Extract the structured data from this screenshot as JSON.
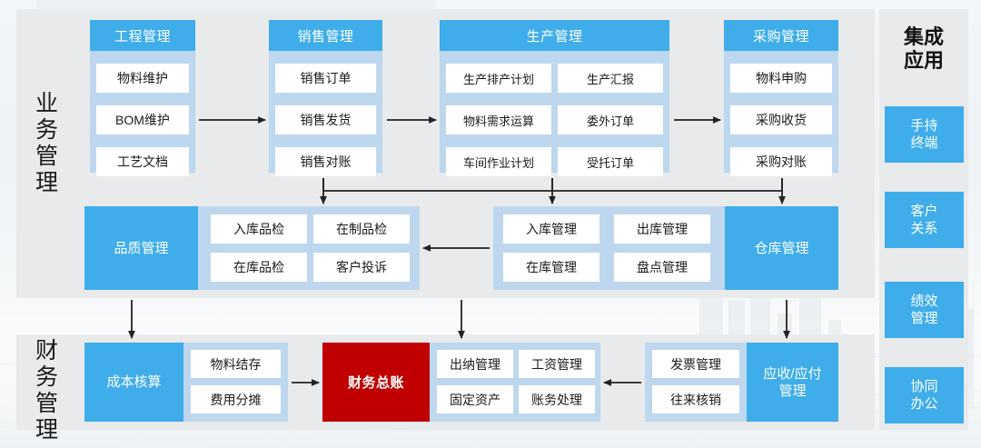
{
  "colors": {
    "accent_blue": "#3FADEA",
    "light_blue": "#BDD7EE",
    "panel_gray": "#E8EAEB",
    "red": "#C00000",
    "white": "#FFFFFF"
  },
  "rows": [
    {
      "label": "业务管理"
    },
    {
      "label": "财务管理"
    }
  ],
  "business": {
    "top_modules": [
      {
        "title": "工程管理",
        "cells": [
          [
            "物料维护"
          ],
          [
            "BOM维护"
          ],
          [
            "工艺文档"
          ]
        ]
      },
      {
        "title": "销售管理",
        "cells": [
          [
            "销售订单"
          ],
          [
            "销售发货"
          ],
          [
            "销售对账"
          ]
        ]
      },
      {
        "title": "生产管理",
        "cells": [
          [
            "生产排产计划",
            "生产汇报"
          ],
          [
            "物料需求运算",
            "委外订单"
          ],
          [
            "车间作业计划",
            "受托订单"
          ]
        ]
      },
      {
        "title": "采购管理",
        "cells": [
          [
            "物料申购"
          ],
          [
            "采购收货"
          ],
          [
            "采购对账"
          ]
        ]
      }
    ],
    "quality": {
      "title": "品质管理",
      "cells": [
        [
          "入库品检",
          "在制品检"
        ],
        [
          "在库品检",
          "客户投诉"
        ]
      ]
    },
    "warehouse": {
      "title": "仓库管理",
      "cells": [
        [
          "入库管理",
          "出库管理"
        ],
        [
          "在库管理",
          "盘点管理"
        ]
      ]
    }
  },
  "finance": {
    "cost": {
      "title": "成本核算",
      "cells": [
        [
          "物料结存"
        ],
        [
          "费用分摊"
        ]
      ]
    },
    "ledger": {
      "title": "财务总账",
      "cells": [
        [
          "出纳管理",
          "工资管理"
        ],
        [
          "固定资产",
          "账务处理"
        ]
      ]
    },
    "ar_ap": {
      "title": "应收/应付\n管理",
      "title_line1": "应收/应付",
      "title_line2": "管理",
      "cells": [
        [
          "发票管理"
        ],
        [
          "往来核销"
        ]
      ]
    }
  },
  "integration": {
    "title_line1": "集成",
    "title_line2": "应用",
    "items": [
      {
        "line1": "手持",
        "line2": "终端"
      },
      {
        "line1": "客户",
        "line2": "关系"
      },
      {
        "line1": "绩效",
        "line2": "管理"
      },
      {
        "line1": "协同",
        "line2": "办公"
      }
    ]
  }
}
